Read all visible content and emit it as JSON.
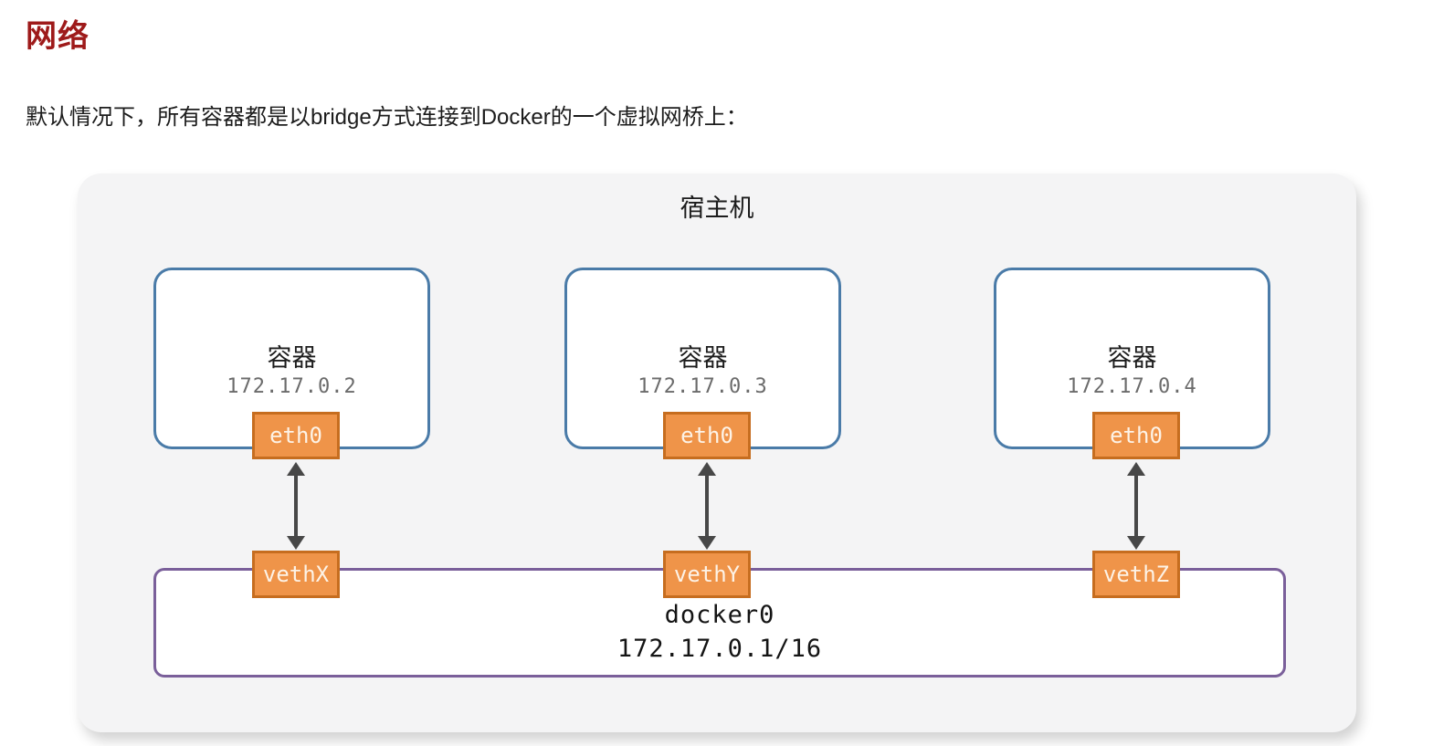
{
  "page": {
    "heading": "网络",
    "intro": "默认情况下，所有容器都是以bridge方式连接到Docker的一个虚拟网桥上："
  },
  "diagram": {
    "host_label": "宿主机",
    "containers": [
      {
        "label": "容器",
        "ip": "172.17.0.2",
        "interface": "eth0",
        "veth": "vethX"
      },
      {
        "label": "容器",
        "ip": "172.17.0.3",
        "interface": "eth0",
        "veth": "vethY"
      },
      {
        "label": "容器",
        "ip": "172.17.0.4",
        "interface": "eth0",
        "veth": "vethZ"
      }
    ],
    "bridge": {
      "name": "docker0",
      "cidr": "172.17.0.1/16"
    }
  },
  "colors": {
    "heading_red": "#9e1a1a",
    "host_background": "#f4f4f5",
    "container_border_blue": "#4a7ba8",
    "bridge_border_purple": "#7a5f9a",
    "interface_orange_fill": "#ef9449",
    "interface_orange_border": "#c66d1f",
    "arrow_gray": "#474747",
    "ip_text_gray": "#6b6b6b",
    "body_text": "#1c1c1c"
  }
}
